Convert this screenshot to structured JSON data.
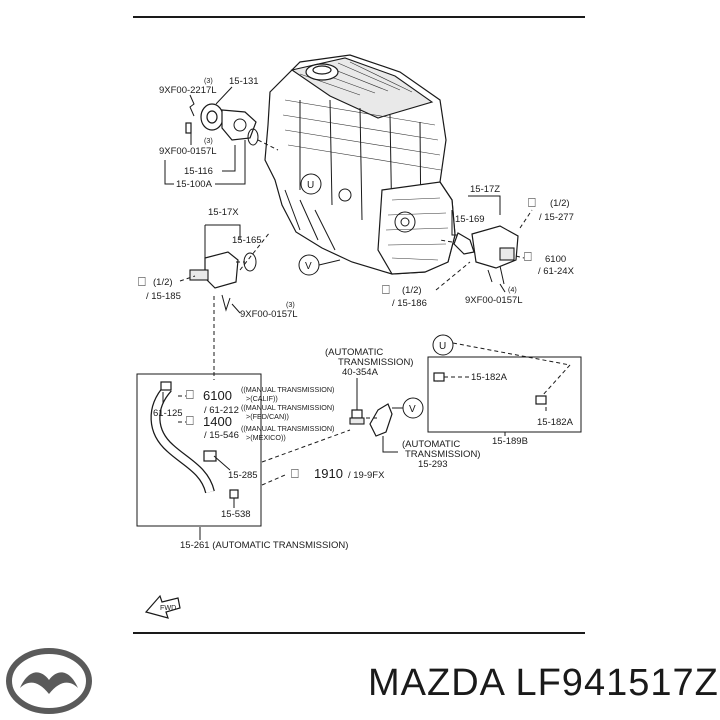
{
  "footer": {
    "part_number": "MAZDA LF941517Z"
  },
  "labels": {
    "thermo_bolt_code": "9XF00-2217L",
    "thermo_bolt_qty": "(3)",
    "thermo_cover": "15-131",
    "thermo_bolt2_qty": "(3)",
    "thermo_bolt2_code": "9XF00-0157L",
    "thermostat": "15-116",
    "thermo_assy": "15-100A",
    "left_outlet_group": "15-17X",
    "left_outlet_gasket": "15-165",
    "left_clip_ref": "(1/2)",
    "left_clip_sub": "/ 15-185",
    "left_bolt_qty": "(3)",
    "left_bolt_code": "9XF00-0157L",
    "right_outlet_group": "15-17Z",
    "right_outlet_gasket": "15-169",
    "right_clip_ref_top": "(1/2)",
    "right_clip_sub_top": "/ 15-277",
    "right_sensor_ref": "6100",
    "right_sensor_sub": "/ 61-24X",
    "right_clip_ref_mid": "(1/2)",
    "right_clip_sub_mid": "/ 15-186",
    "right_bolt_qty": "(4)",
    "right_bolt_code": "9XF00-0157L",
    "at_header_1": "(AUTOMATIC",
    "at_header_2": "TRANSMISSION)",
    "at_part": "40-354A",
    "bypass_hose_1": "15-182A",
    "bypass_hose_2": "15-182A",
    "bypass_group": "15-189B",
    "left_hose_part": "61-125",
    "ref_6100": "6100",
    "ref_6100_note": "((MANUAL TRANSMISSION)",
    "ref_6100_note2": ">(CALIF))",
    "ref_61212": "/ 61-212",
    "ref_61212_note": "((MANUAL TRANSMISSION)",
    "ref_61212_note2": ">(FED/CAN))",
    "ref_1400": "1400",
    "ref_1400_note": "((MANUAL TRANSMISSION)",
    "ref_15546": "/ 15-546",
    "ref_15546_note": ">(MEXICO))",
    "at_bracket_1": "(AUTOMATIC",
    "at_bracket_2": "TRANSMISSION)",
    "at_bracket_part": "15-293",
    "ref_1910": "1910",
    "ref_1910_sub": "/ 19-9FX",
    "clamp_part": "15-285",
    "small_part": "15-538",
    "lower_hose": "15-261 (AUTOMATIC TRANSMISSION)",
    "circle_u": "U",
    "circle_v": "V",
    "fwd": "FWD"
  }
}
